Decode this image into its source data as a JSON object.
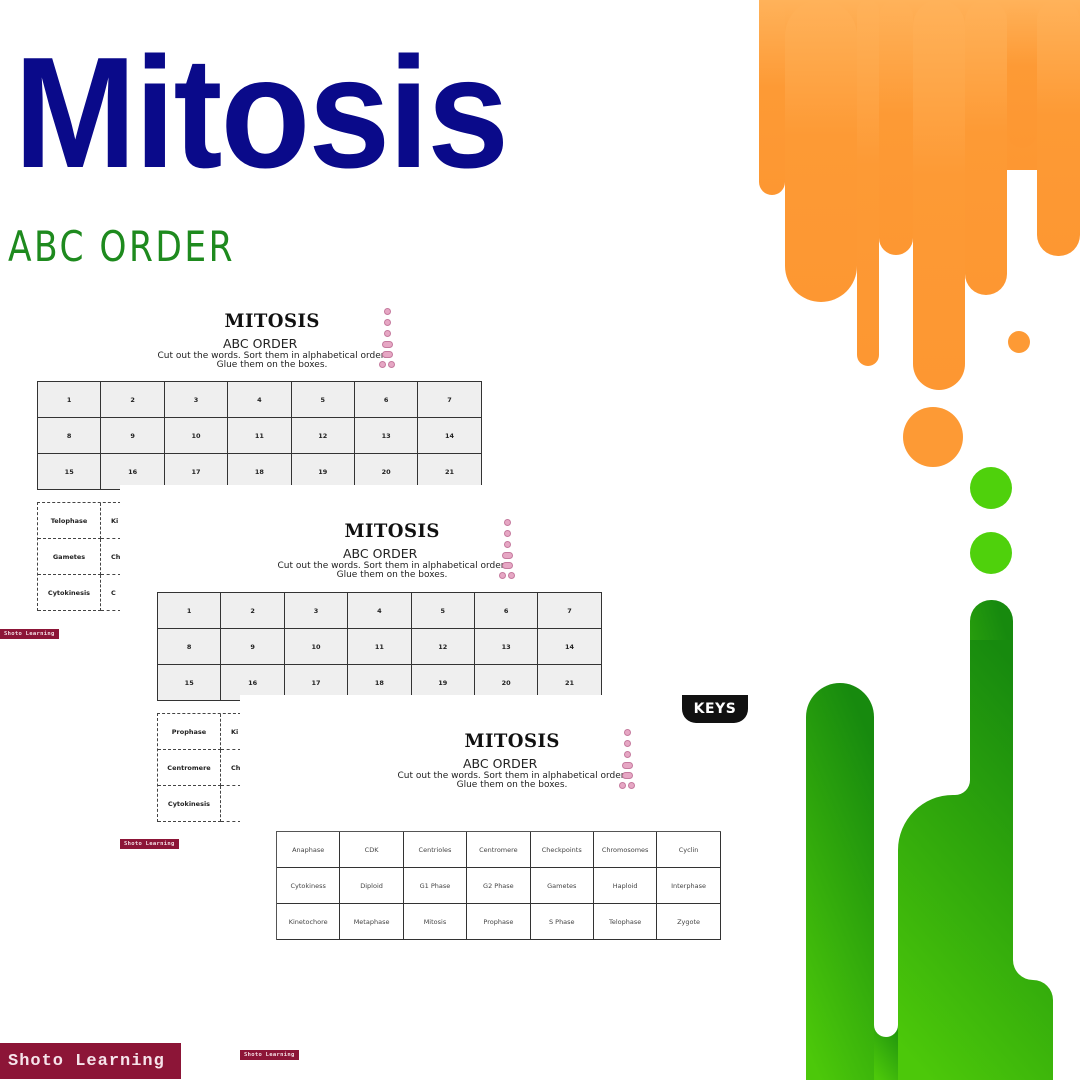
{
  "header": {
    "title": "Mitosis",
    "subtitle": "ABC ORDER"
  },
  "worksheet": {
    "title": "MITOSIS",
    "subtitle": "ABC ORDER",
    "instruction_line1": "Cut out the words. Sort them in alphabetical order.",
    "instruction_line2": "Glue them on the boxes.",
    "numbers": [
      "1",
      "2",
      "3",
      "4",
      "5",
      "6",
      "7",
      "8",
      "9",
      "10",
      "11",
      "12",
      "13",
      "14",
      "15",
      "16",
      "17",
      "18",
      "19",
      "20",
      "21"
    ]
  },
  "page1": {
    "cutouts": [
      "Telophase",
      "Ki",
      "Gametes",
      "Ch",
      "Cytokinesis",
      "C"
    ],
    "brand": "Shoto Learning"
  },
  "page2": {
    "cutouts": [
      "Prophase",
      "Ki",
      "Centromere",
      "Ch",
      "Cytokinesis",
      ""
    ],
    "brand": "Shoto Learning"
  },
  "page3": {
    "badge": "KEYS",
    "answers": [
      "Anaphase",
      "CDK",
      "Centrioles",
      "Centromere",
      "Checkpoints",
      "Chromosomes",
      "Cyclin",
      "Cytokiness",
      "Diploid",
      "G1 Phase",
      "G2 Phase",
      "Gametes",
      "Haploid",
      "Interphase",
      "Kinetochore",
      "Metaphase",
      "Mitosis",
      "Prophase",
      "S Phase",
      "Telophase",
      "Zygote"
    ],
    "brand": "Shoto Learning"
  },
  "footer": {
    "brand": "Shoto Learning"
  },
  "colors": {
    "title": "#0a0a8a",
    "subtitle": "#1e8a1e",
    "orange": "#fd9a35",
    "orange_light": "#ffb25a",
    "green_dark": "#1a8a10",
    "green_light": "#4fd10c",
    "brand": "#8c1537"
  }
}
